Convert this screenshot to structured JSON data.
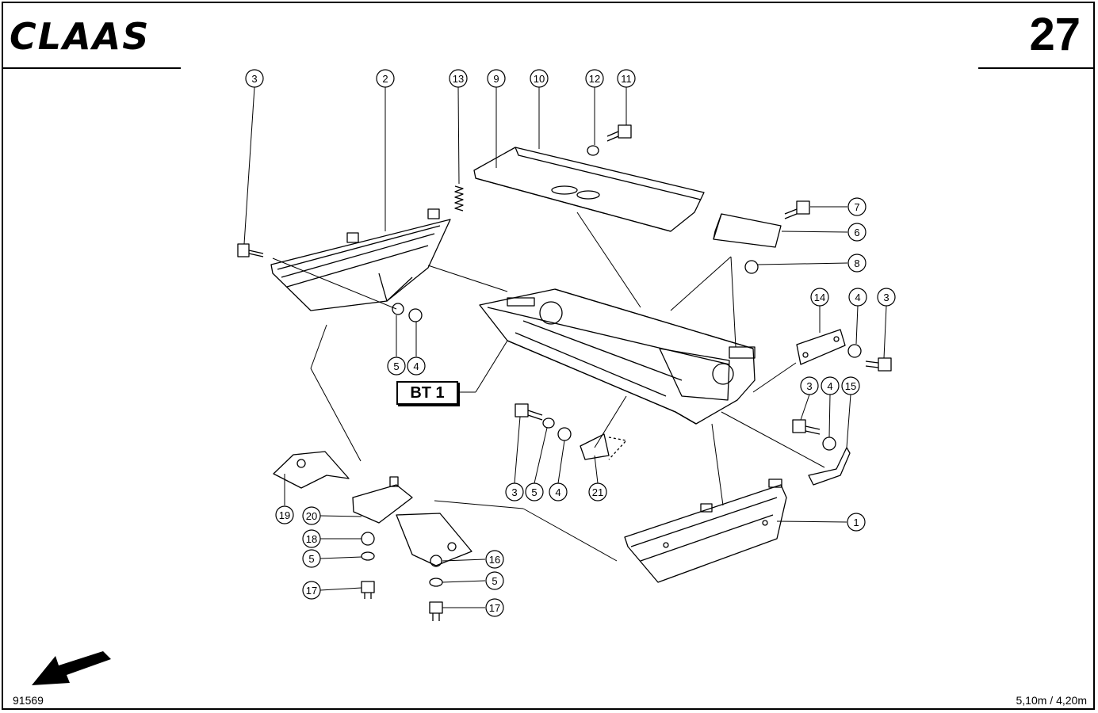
{
  "header": {
    "brand": "CLAAS",
    "page_number": "27"
  },
  "footer": {
    "drawing_number": "91569",
    "model_text": "5,10m / 4,20m"
  },
  "reference_box": {
    "label": "BT 1"
  },
  "icons": {
    "direction": "arrow-direction-icon"
  },
  "callouts": [
    "3",
    "2",
    "13",
    "9",
    "10",
    "12",
    "11",
    "7",
    "6",
    "8",
    "14",
    "4",
    "3",
    "5",
    "4",
    "3",
    "4",
    "15",
    "3",
    "5",
    "4",
    "21",
    "1",
    "19",
    "20",
    "18",
    "5",
    "17",
    "16",
    "5",
    "17"
  ]
}
